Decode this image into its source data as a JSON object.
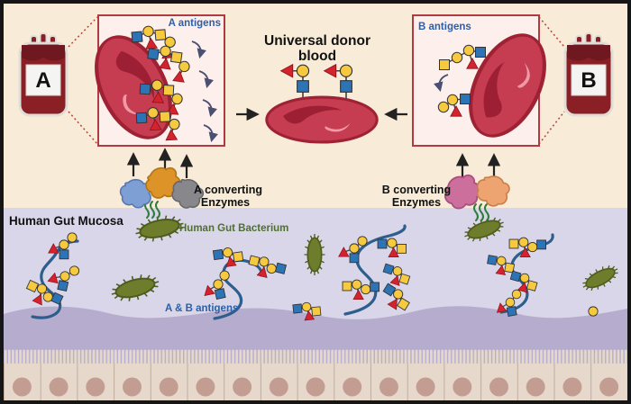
{
  "blood_bags": {
    "a": {
      "letter": "A"
    },
    "b": {
      "letter": "B"
    }
  },
  "insets": {
    "a": {
      "label": "A antigens"
    },
    "b": {
      "label": "B antigens"
    }
  },
  "center": {
    "line1": "Universal donor",
    "line2": "blood"
  },
  "enzymes": {
    "a": {
      "line1": "A converting",
      "line2": "Enzymes"
    },
    "b": {
      "line1": "B converting",
      "line2": "Enzymes"
    }
  },
  "mucosa": {
    "region_label": "Human Gut Mucosa",
    "bacterium_label": "Human Gut Bacterium",
    "antigens_label": "A & B antigens"
  },
  "colors": {
    "frame": "#161616",
    "top-bg": "#f8ecd8",
    "inset-bg": "#fdf0ec",
    "inset-border": "#b03a3f",
    "rbc": "#c63c50",
    "rbc-stroke": "#9e2233",
    "rbc-dark": "#9c1f33",
    "rbc-light": "#f09aa8",
    "glycan-blue": "#2d74b7",
    "glycan-yellow": "#f6c93e",
    "glycan-red": "#d2232e",
    "enzyme-blue": "#7e9fd4",
    "enzyme-orange": "#dd9327",
    "enzyme-gray": "#87878c",
    "enzyme-pink": "#cc6f9c",
    "enzyme-peach": "#eda470",
    "bacterium": "#6d7d2c",
    "bacterium-stroke": "#4e5c1e",
    "squiggle": "#2e7d3a",
    "mucin": "#2d5e8e",
    "mucosa-bg": "#d8d6e8",
    "wave": "#b6adce",
    "cell": "#e6d9cb",
    "cell-border": "#bfae9e",
    "nucleus": "#c49d92",
    "bag-fill": "#8a1f26",
    "bag-outline": "#e0ddd6",
    "label-blue": "#2b5fa8",
    "label-green": "#4f7030",
    "arrow": "#222222",
    "dotted": "#b5433c",
    "curved-arrow": "#4b4f72"
  }
}
